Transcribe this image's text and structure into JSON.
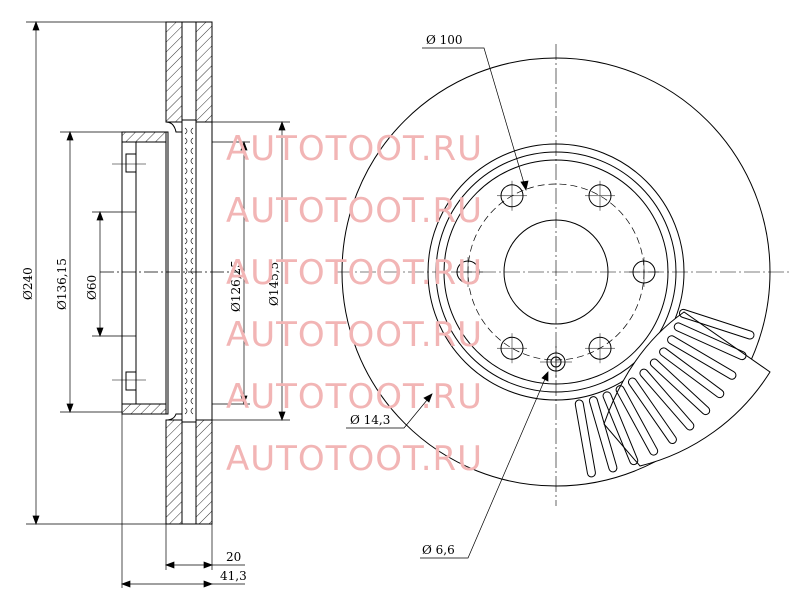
{
  "colors": {
    "line": "#000000",
    "watermark": "#f2b5b5",
    "background": "#ffffff"
  },
  "dimensions": {
    "outer": "Ø240",
    "hub_outer": "Ø136,15",
    "center_bore": "Ø60",
    "inner_face": "Ø126,25",
    "face": "Ø145,5",
    "thickness": "20",
    "height": "41,3",
    "bolt_circle": "Ø 100",
    "bolt_hole": "Ø 14,3",
    "pin_hole": "Ø 6,6"
  },
  "watermark": {
    "lines": [
      "AUTOTOOT.RU",
      "AUTOTOOT.RU",
      "AUTOTOOT.RU",
      "AUTOTOOT.RU",
      "AUTOTOOT.RU",
      "AUTOTOOT.RU"
    ]
  },
  "features": {
    "bolt_holes": 6,
    "vent_fins_shown": 11
  }
}
